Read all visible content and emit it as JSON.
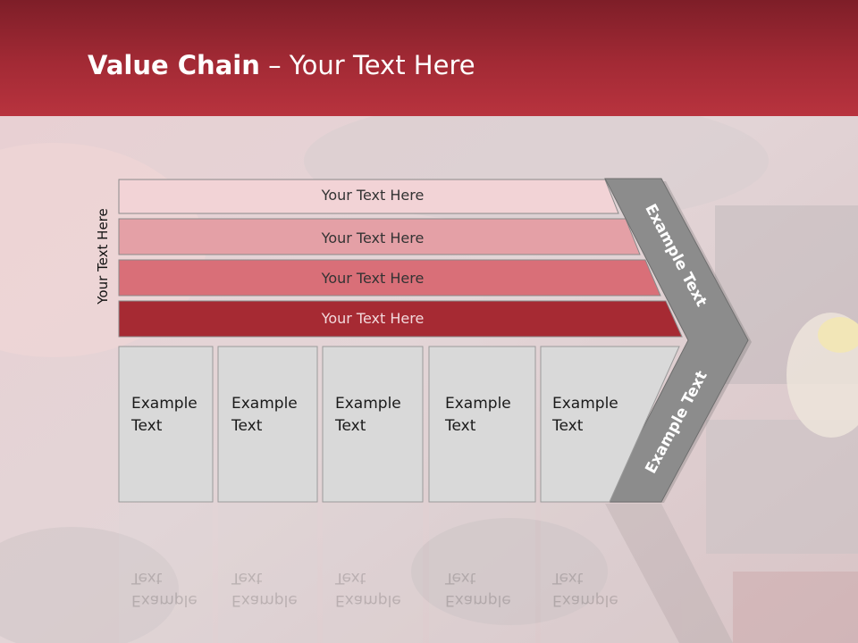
{
  "title": {
    "bold": "Value Chain",
    "rest": " – Your Text Here"
  },
  "side_label": "Your Text Here",
  "bars": [
    {
      "label": "Your Text Here",
      "fill": "#f2d3d6",
      "text_color": "#333333"
    },
    {
      "label": "Your Text Here",
      "fill": "#e4a0a6",
      "text_color": "#333333"
    },
    {
      "label": "Your Text Here",
      "fill": "#d96f78",
      "text_color": "#333333"
    },
    {
      "label": "Your Text Here",
      "fill": "#a62a33",
      "text_color": "#f3d9dc"
    }
  ],
  "boxes": [
    {
      "line1": "Example",
      "line2": "Text"
    },
    {
      "line1": "Example",
      "line2": "Text"
    },
    {
      "line1": "Example",
      "line2": "Text"
    },
    {
      "line1": "Example",
      "line2": "Text"
    },
    {
      "line1": "Example",
      "line2": "Text"
    }
  ],
  "chevron_top": "Example Text",
  "chevron_bottom": "Example Text",
  "colors": {
    "header": "#a32a35",
    "box": "#d9d9d9",
    "chevron": "#8c8c8c"
  }
}
